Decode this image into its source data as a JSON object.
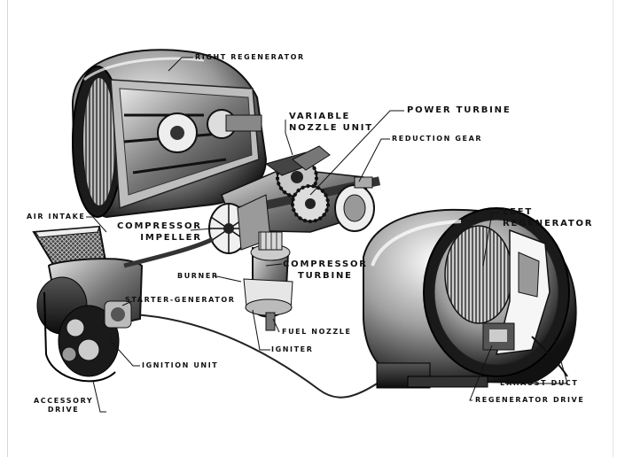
{
  "labels": {
    "right_regenerator": "RIGHT REGENERATOR",
    "variable_nozzle_unit": "VARIABLE\nNOZZLE UNIT",
    "power_turbine": "POWER TURBINE",
    "reduction_gear": "REDUCTION GEAR",
    "left_regenerator": "LEFT\nREGENERATOR",
    "air_intake": "AIR INTAKE",
    "compressor_impeller": "COMPRESSOR\nIMPELLER",
    "burner": "BURNER",
    "compressor_turbine": "COMPRESSOR\nTURBINE",
    "starter_generator": "STARTER-GENERATOR",
    "fuel_nozzle": "FUEL NOZZLE",
    "igniter": "IGNITER",
    "ignition_unit": "IGNITION UNIT",
    "exhaust_duct": "EXHAUST DUCT",
    "accessory_drive": "ACCESSORY\nDRIVE",
    "regenerator_drive": "REGENERATOR DRIVE"
  }
}
